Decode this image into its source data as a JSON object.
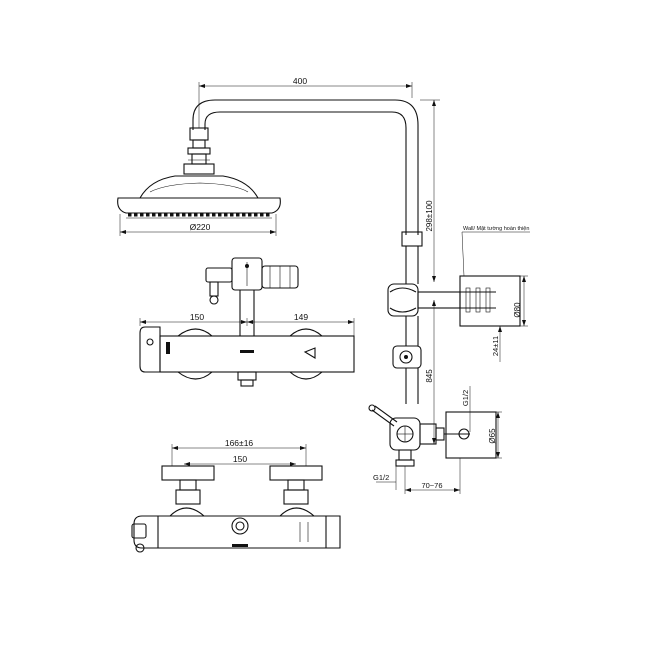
{
  "dimensions": {
    "arm_length": "400",
    "head_diameter": "Ø220",
    "height_range": "298±100",
    "spacing_left": "150",
    "spacing_right": "149",
    "bar_height": "845",
    "offset_small": "24±11",
    "wall_plate": "Ø80",
    "thread_upper": "G1/2",
    "thread_lower": "G1/2",
    "outlet_diameter": "Ø65",
    "wall_depth": "70~76",
    "inlet_spacing_adjust": "166±16",
    "inlet_spacing": "150"
  },
  "labels": {
    "wall_note": "Wall/ Mặt tường hoàn thiện"
  }
}
